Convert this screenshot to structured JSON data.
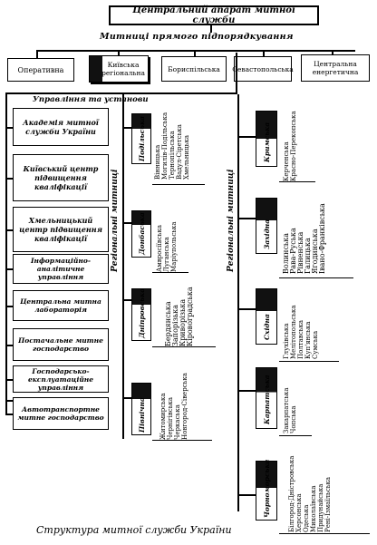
{
  "top": {
    "title": "Центральний апарат митної служби",
    "subtitle": "Митниці прямого підпорядкування"
  },
  "direct_customs": [
    "Оперативна",
    "Київська регіональна",
    "Бориспільська",
    "Севастопольська",
    "Центральна енергетична"
  ],
  "institutions_heading": "Управління та установи",
  "institutions": [
    "Академія митної служби України",
    "Київський центр підвищення кваліфікації",
    "Хмельницький центр підвищення кваліфікації",
    "Інформаційно-аналітичне управління",
    "Центральна митна лабораторія",
    "Постачальне митне господарство",
    "Господарсько-експлуатаційне управління",
    "Автотранспортне митне господарство"
  ],
  "regional_label": "Регіональні митниці",
  "regions_left": [
    {
      "name": "Подільська",
      "cities": [
        "Вінницька",
        "Могилів-Подільська",
        "Тернопільська",
        "Вадул-Сіретська",
        "Хмельницька"
      ]
    },
    {
      "name": "Донбаська",
      "cities": [
        "Амвросіївська",
        "Луганська",
        "Маріупольська"
      ]
    },
    {
      "name": "Дніпровська",
      "cities": [
        "Бердянська",
        "Запорізька",
        "Криворізька",
        "Кіровоградська"
      ]
    },
    {
      "name": "Північна",
      "cities": [
        "Житомирська",
        "Чернігівська",
        "Черкаська",
        "Новгород-Сіверська"
      ]
    }
  ],
  "regions_right": [
    {
      "name": "Кримська",
      "cities": [
        "Керченська",
        "Красно-Перекопська"
      ]
    },
    {
      "name": "Західна",
      "cities": [
        "Волинська",
        "Рава-Руська",
        "Рівненська",
        "Галицька",
        "Ягодинська",
        "Івано-Франківська"
      ]
    },
    {
      "name": "Східна",
      "cities": [
        "Глухівська",
        "Мелітопольська",
        "Полтавська",
        "Куп'янська",
        "Сумська"
      ]
    },
    {
      "name": "Карпатська",
      "cities": [
        "Закарпатська",
        "Чопська"
      ]
    },
    {
      "name": "Чорноморська",
      "cities": [
        "Білгород-Дністровська",
        "Херсонська",
        "Одеська",
        "Миколаївська",
        "Придунайська",
        "Рені-Ізмаїльська"
      ]
    }
  ],
  "caption": "Структура митної служби України"
}
